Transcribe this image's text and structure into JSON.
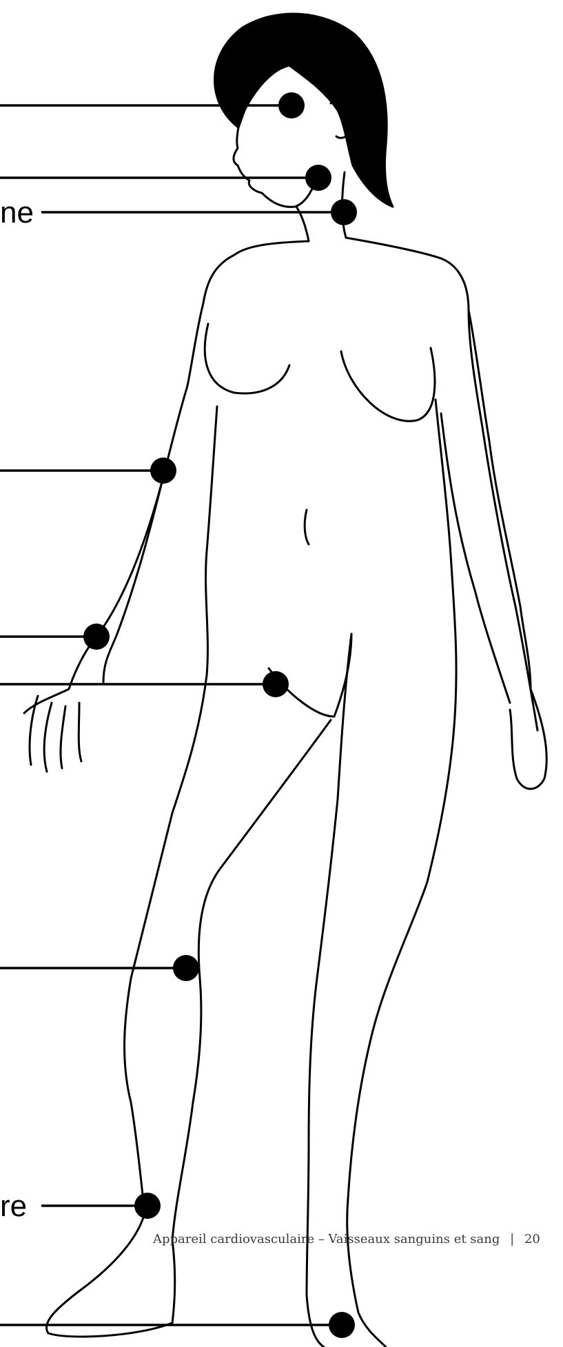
{
  "figure": {
    "partial_labels": {
      "neck": "ne",
      "ankle": "re"
    }
  },
  "footer": {
    "running_title": "Appareil cardiovasculaire – Vaisseaux sanguins et sang",
    "separator": "|",
    "page_number": "20"
  },
  "colors": {
    "ink": "#000000",
    "background": "#ffffff",
    "footer_text": "#3a3a3a"
  }
}
